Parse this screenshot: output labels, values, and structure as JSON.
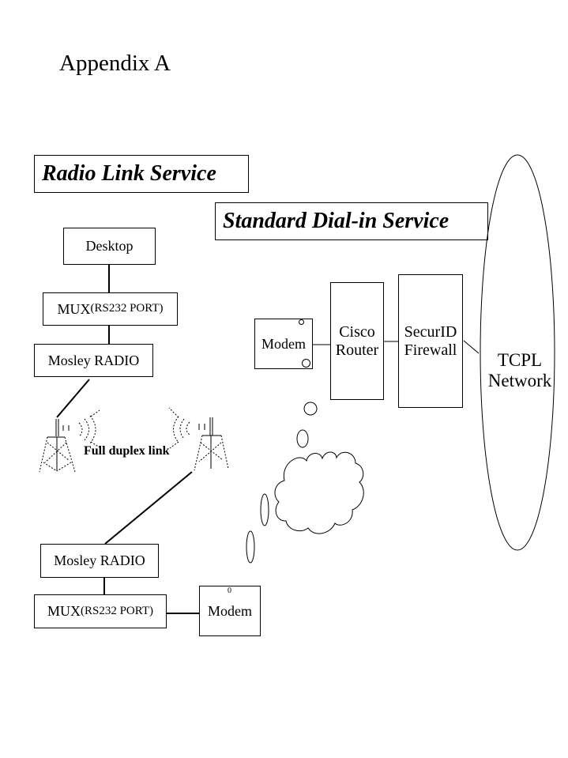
{
  "page": {
    "title": "Appendix A"
  },
  "sections": {
    "radio_link": "Radio Link Service",
    "dial_in": "Standard Dial-in Service"
  },
  "radio_link": {
    "desktop": "Desktop",
    "mux_top": {
      "main": "MUX ",
      "sub": "(RS232 PORT)"
    },
    "radio_top": "Mosley RADIO",
    "link_label": "Full duplex link",
    "radio_bottom": "Mosley RADIO",
    "mux_bottom": {
      "main": "MUX ",
      "sub": "(RS232 PORT)"
    },
    "modem_bottom": "Modem"
  },
  "dial_in": {
    "modem": "Modem",
    "router": {
      "line1": "Cisco",
      "line2": "Router"
    },
    "firewall": {
      "line1": "SecurID",
      "line2": "Firewall"
    }
  },
  "network": {
    "line1": "TCPL",
    "line2": "Network"
  }
}
